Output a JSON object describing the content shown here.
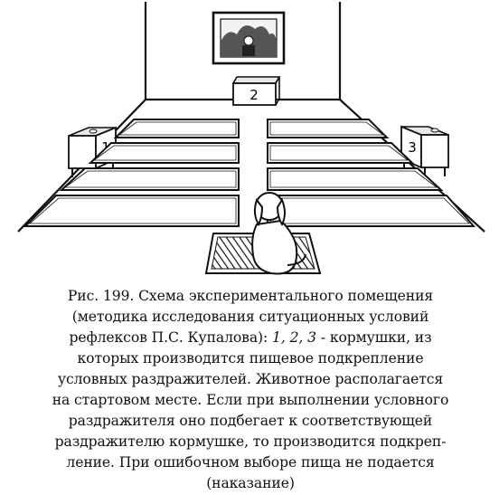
{
  "figure": {
    "feeder_labels": [
      "1",
      "2",
      "3"
    ],
    "icons": {
      "screen": "screen-with-image-icon",
      "feeder": "feeder-box-icon",
      "dog": "dog-icon",
      "start_mat": "hatched-start-mat-icon"
    }
  },
  "caption": {
    "lines": [
      "Рис. 199. Схема экспериментального помещения",
      "(методика исследования ситуационных условий",
      "которых производится пищевое подкрепление",
      "условных раздражителей. Животное располагается",
      "на стартовом месте. Если при выполнении условного",
      "раздражителя оно подбегает к соответствующей",
      "раздражителю кормушке, то производится подкреп-",
      "ление. При ошибочном выборе пища не подается",
      "(наказание)"
    ],
    "line3_prefix": "рефлексов П.С. Купалова): ",
    "line3_italic": "1, 2, 3 -",
    "line3_suffix": "  кормушки, из"
  }
}
